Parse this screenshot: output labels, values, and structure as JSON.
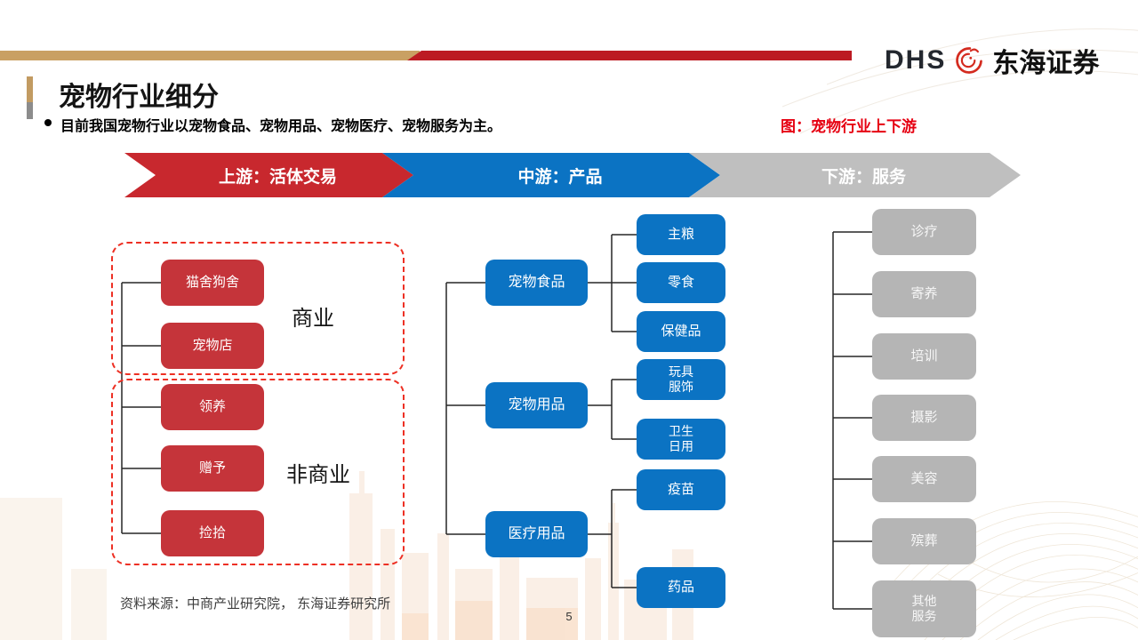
{
  "slide": {
    "logo": {
      "dhs": "DHS",
      "brand": "东海证券"
    },
    "title": "宠物行业细分",
    "bullet": "目前我国宠物行业以宠物食品、宠物用品、宠物医疗、宠物服务为主。",
    "figure_caption": "图：宠物行业上下游",
    "source": "资料来源：中商产业研究院， 东海证券研究所",
    "page_number": "5"
  },
  "flow_stages": [
    {
      "label": "上游：活体交易",
      "color": "#C8282E"
    },
    {
      "label": "中游：产品",
      "color": "#0B73C3"
    },
    {
      "label": "下游：服务",
      "color": "#BFBFBF"
    }
  ],
  "upstream": {
    "groups": [
      {
        "label": "商业",
        "items": [
          "猫舍狗舍",
          "宠物店"
        ]
      },
      {
        "label": "非商业",
        "items": [
          "领养",
          "赠予",
          "捡拾"
        ]
      }
    ]
  },
  "midstream": {
    "categories": [
      {
        "label": "宠物食品",
        "children": [
          "主粮",
          "零食",
          "保健品"
        ]
      },
      {
        "label": "宠物用品",
        "children": [
          "玩具\n服饰",
          "卫生\n日用"
        ]
      },
      {
        "label": "医疗用品",
        "children": [
          "疫苗",
          "药品"
        ]
      }
    ]
  },
  "downstream": {
    "items": [
      "诊疗",
      "寄养",
      "培训",
      "摄影",
      "美容",
      "殡葬",
      "其他\n服务"
    ]
  },
  "colors": {
    "accent_red": "#C8282E",
    "box_red": "#C5343A",
    "dashed_red": "#ED3024",
    "blue": "#0B73C3",
    "gray_box": "#B5B5B5",
    "gray_arrow": "#BFBFBF",
    "gold": "#C9A063",
    "bar_red": "#BC1B23",
    "caption_red": "#E60012"
  }
}
